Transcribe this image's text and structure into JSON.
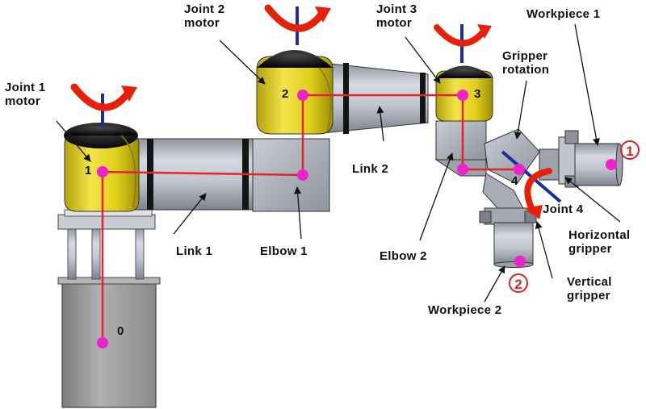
{
  "labels": {
    "joint1_motor": "Joint 1\nmotor",
    "joint2_motor": "Joint 2\nmotor",
    "joint3_motor": "Joint 3\nmotor",
    "workpiece1": "Workpiece 1",
    "gripper_rotation": "Gripper\nrotation",
    "link1": "Link 1",
    "elbow1": "Elbow 1",
    "link2": "Link 2",
    "elbow2": "Elbow 2",
    "joint4": "Joint 4",
    "horizontal_gripper": "Horizontal\ngripper",
    "vertical_gripper": "Vertical\ngripper",
    "workpiece2": "Workpiece 2"
  },
  "joint_numbers": {
    "j0": "0",
    "j1": "1",
    "j2": "2",
    "j3": "3",
    "j4": "4"
  },
  "workpiece_markers": {
    "w1": "①",
    "w2": "②"
  },
  "colors": {
    "yellow": "#e3d21a",
    "steel": "#b8bcc6",
    "base": "#9a9a9a",
    "kinematic_line": "#e8222c",
    "joint_dot": "#ee22cc",
    "axis": "#1a2f9a",
    "arrow": "#e8200a"
  }
}
